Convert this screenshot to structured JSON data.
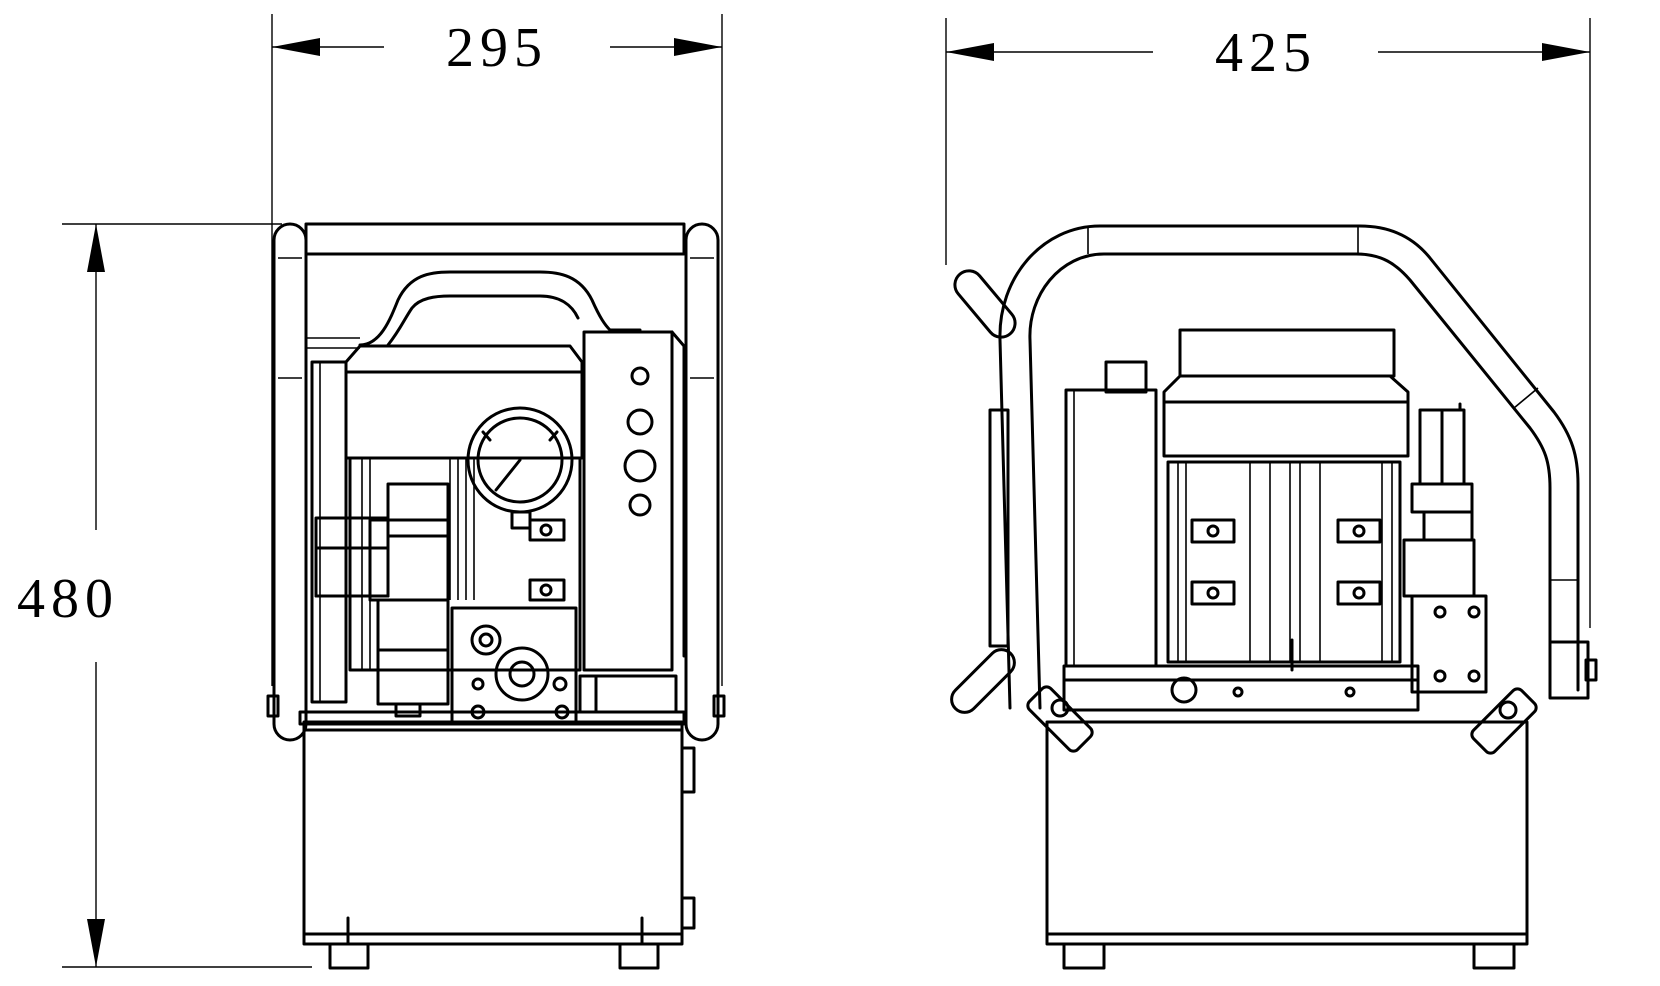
{
  "dimensions": {
    "front_width": "295",
    "side_width": "425",
    "height": "480"
  },
  "colors": {
    "line": "#000000",
    "background": "#ffffff"
  }
}
